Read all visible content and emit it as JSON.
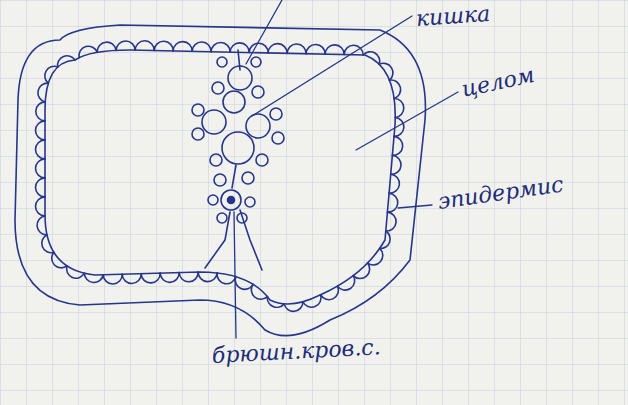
{
  "diagram": {
    "labels": [
      "кишка",
      "целом",
      "эпидермис",
      "брюшн.кров.с."
    ]
  }
}
